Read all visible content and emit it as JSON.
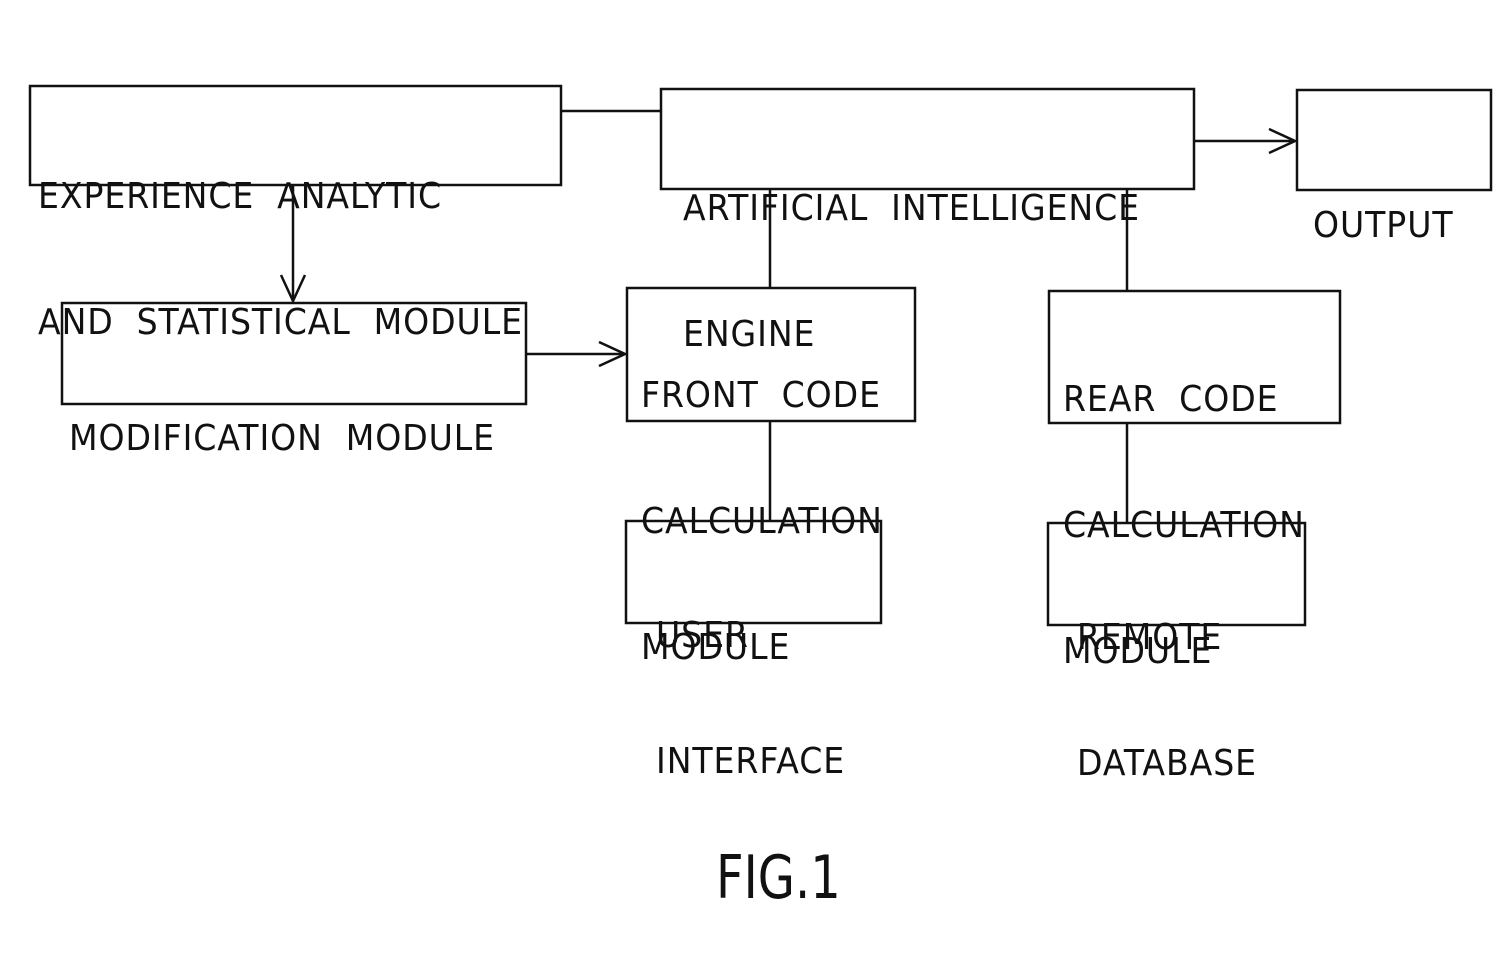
{
  "diagram": {
    "boxes": {
      "experience": {
        "lines": [
          "EXPERIENCE  ANALYTIC",
          "AND  STATISTICAL  MODULE"
        ]
      },
      "ai_engine": {
        "lines": [
          "ARTIFICIAL  INTELLIGENCE",
          "ENGINE"
        ]
      },
      "output": {
        "lines": [
          "OUTPUT"
        ]
      },
      "modification": {
        "lines": [
          "MODIFICATION  MODULE"
        ]
      },
      "front_code": {
        "lines": [
          "FRONT  CODE",
          "CALCULATION",
          "MODULE"
        ]
      },
      "rear_code": {
        "lines": [
          "REAR  CODE",
          "CALCULATION",
          "MODULE"
        ]
      },
      "user_interface": {
        "lines": [
          "USER",
          "INTERFACE"
        ]
      },
      "remote_database": {
        "lines": [
          "REMOTE",
          "DATABASE"
        ]
      }
    },
    "figure_label": "FIG.1"
  }
}
